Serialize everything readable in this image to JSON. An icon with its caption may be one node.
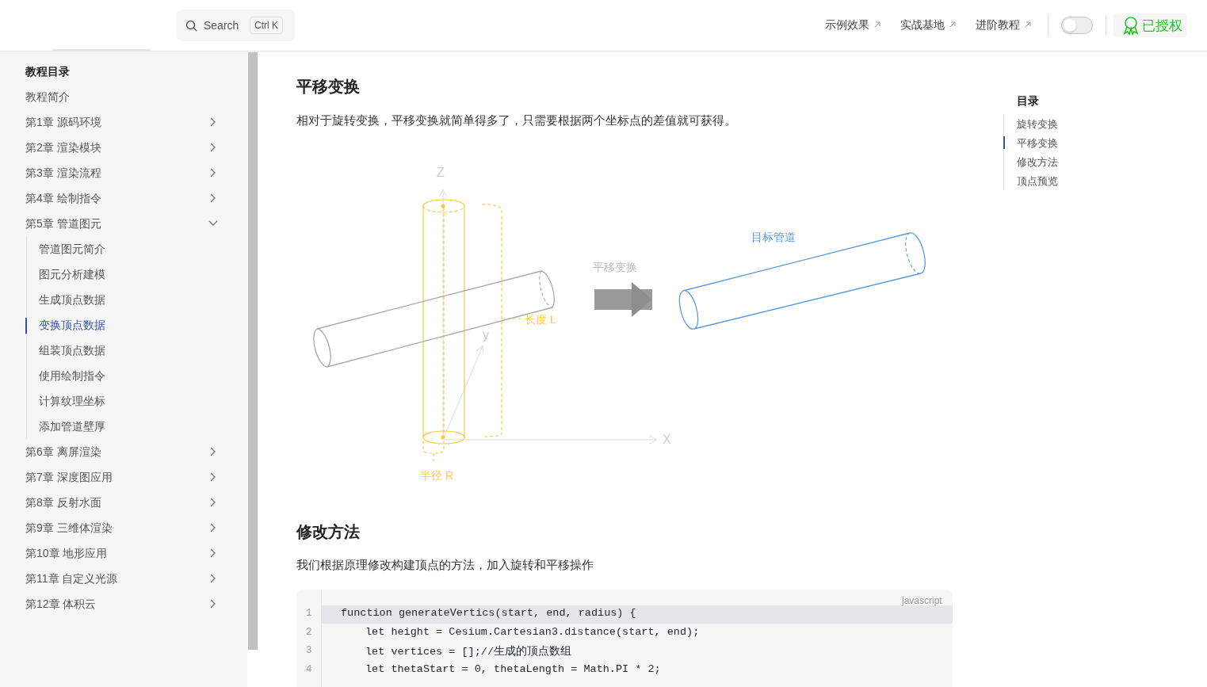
{
  "diagram": {
    "nodes": [
      {
        "text": [],
        "shape": "cylinder"
      },
      {
        "text": [
          "目标管道"
        ]
      }
    ],
    "edges": [
      {
        "from": 0,
        "to": 1,
        "arrow": "to",
        "label": "平移变换"
      }
    ],
    "labels": [
      "Search",
      "Ctrl K",
      "示例效果",
      "实战基地",
      "进阶教程",
      "已授权",
      "教程目录",
      "教程简介",
      "第1章 源码环境",
      "第2章 渲染模块",
      "第3章 渲染流程",
      "第4章 绘制指令",
      "第5章 管道图元",
      "管道图元简介",
      "图元分析建模",
      "生成顶点数据",
      "变换顶点数据",
      "组装顶点数据",
      "使用绘制指令",
      "计算纹理坐标",
      "添加管道壁厚",
      "第6章 离屏渲染",
      "第7章 深度图应用",
      "第8章 反射水面",
      "第9章 三维体渲染",
      "第10章 地形应用",
      "第11章 自定义光源",
      "第12章 体积云",
      "平移变换",
      "相对于旋转变换，平移变换就简单得多了，只需要根据两个坐标点的差值就可获得。",
      "Z",
      "长度 L",
      "y",
      "X",
      "半径 R",
      "修改方法",
      "我们根据原理修改构建顶点的方法，加入旋转和平移操作",
      "javascript",
      "1",
      "function generateVertics(start, end, radius) {",
      "2",
      "let height = Cesium.Cartesian3.distance(start, end);",
      "3",
      "let vertices = [];//生成的顶点数组",
      "4",
      "let thetaStart = 0, thetaLength = Math.PI * 2;",
      "目录",
      "旋转变换",
      "平移变换",
      "修改方法",
      "顶点预览"
    ]
  }
}
